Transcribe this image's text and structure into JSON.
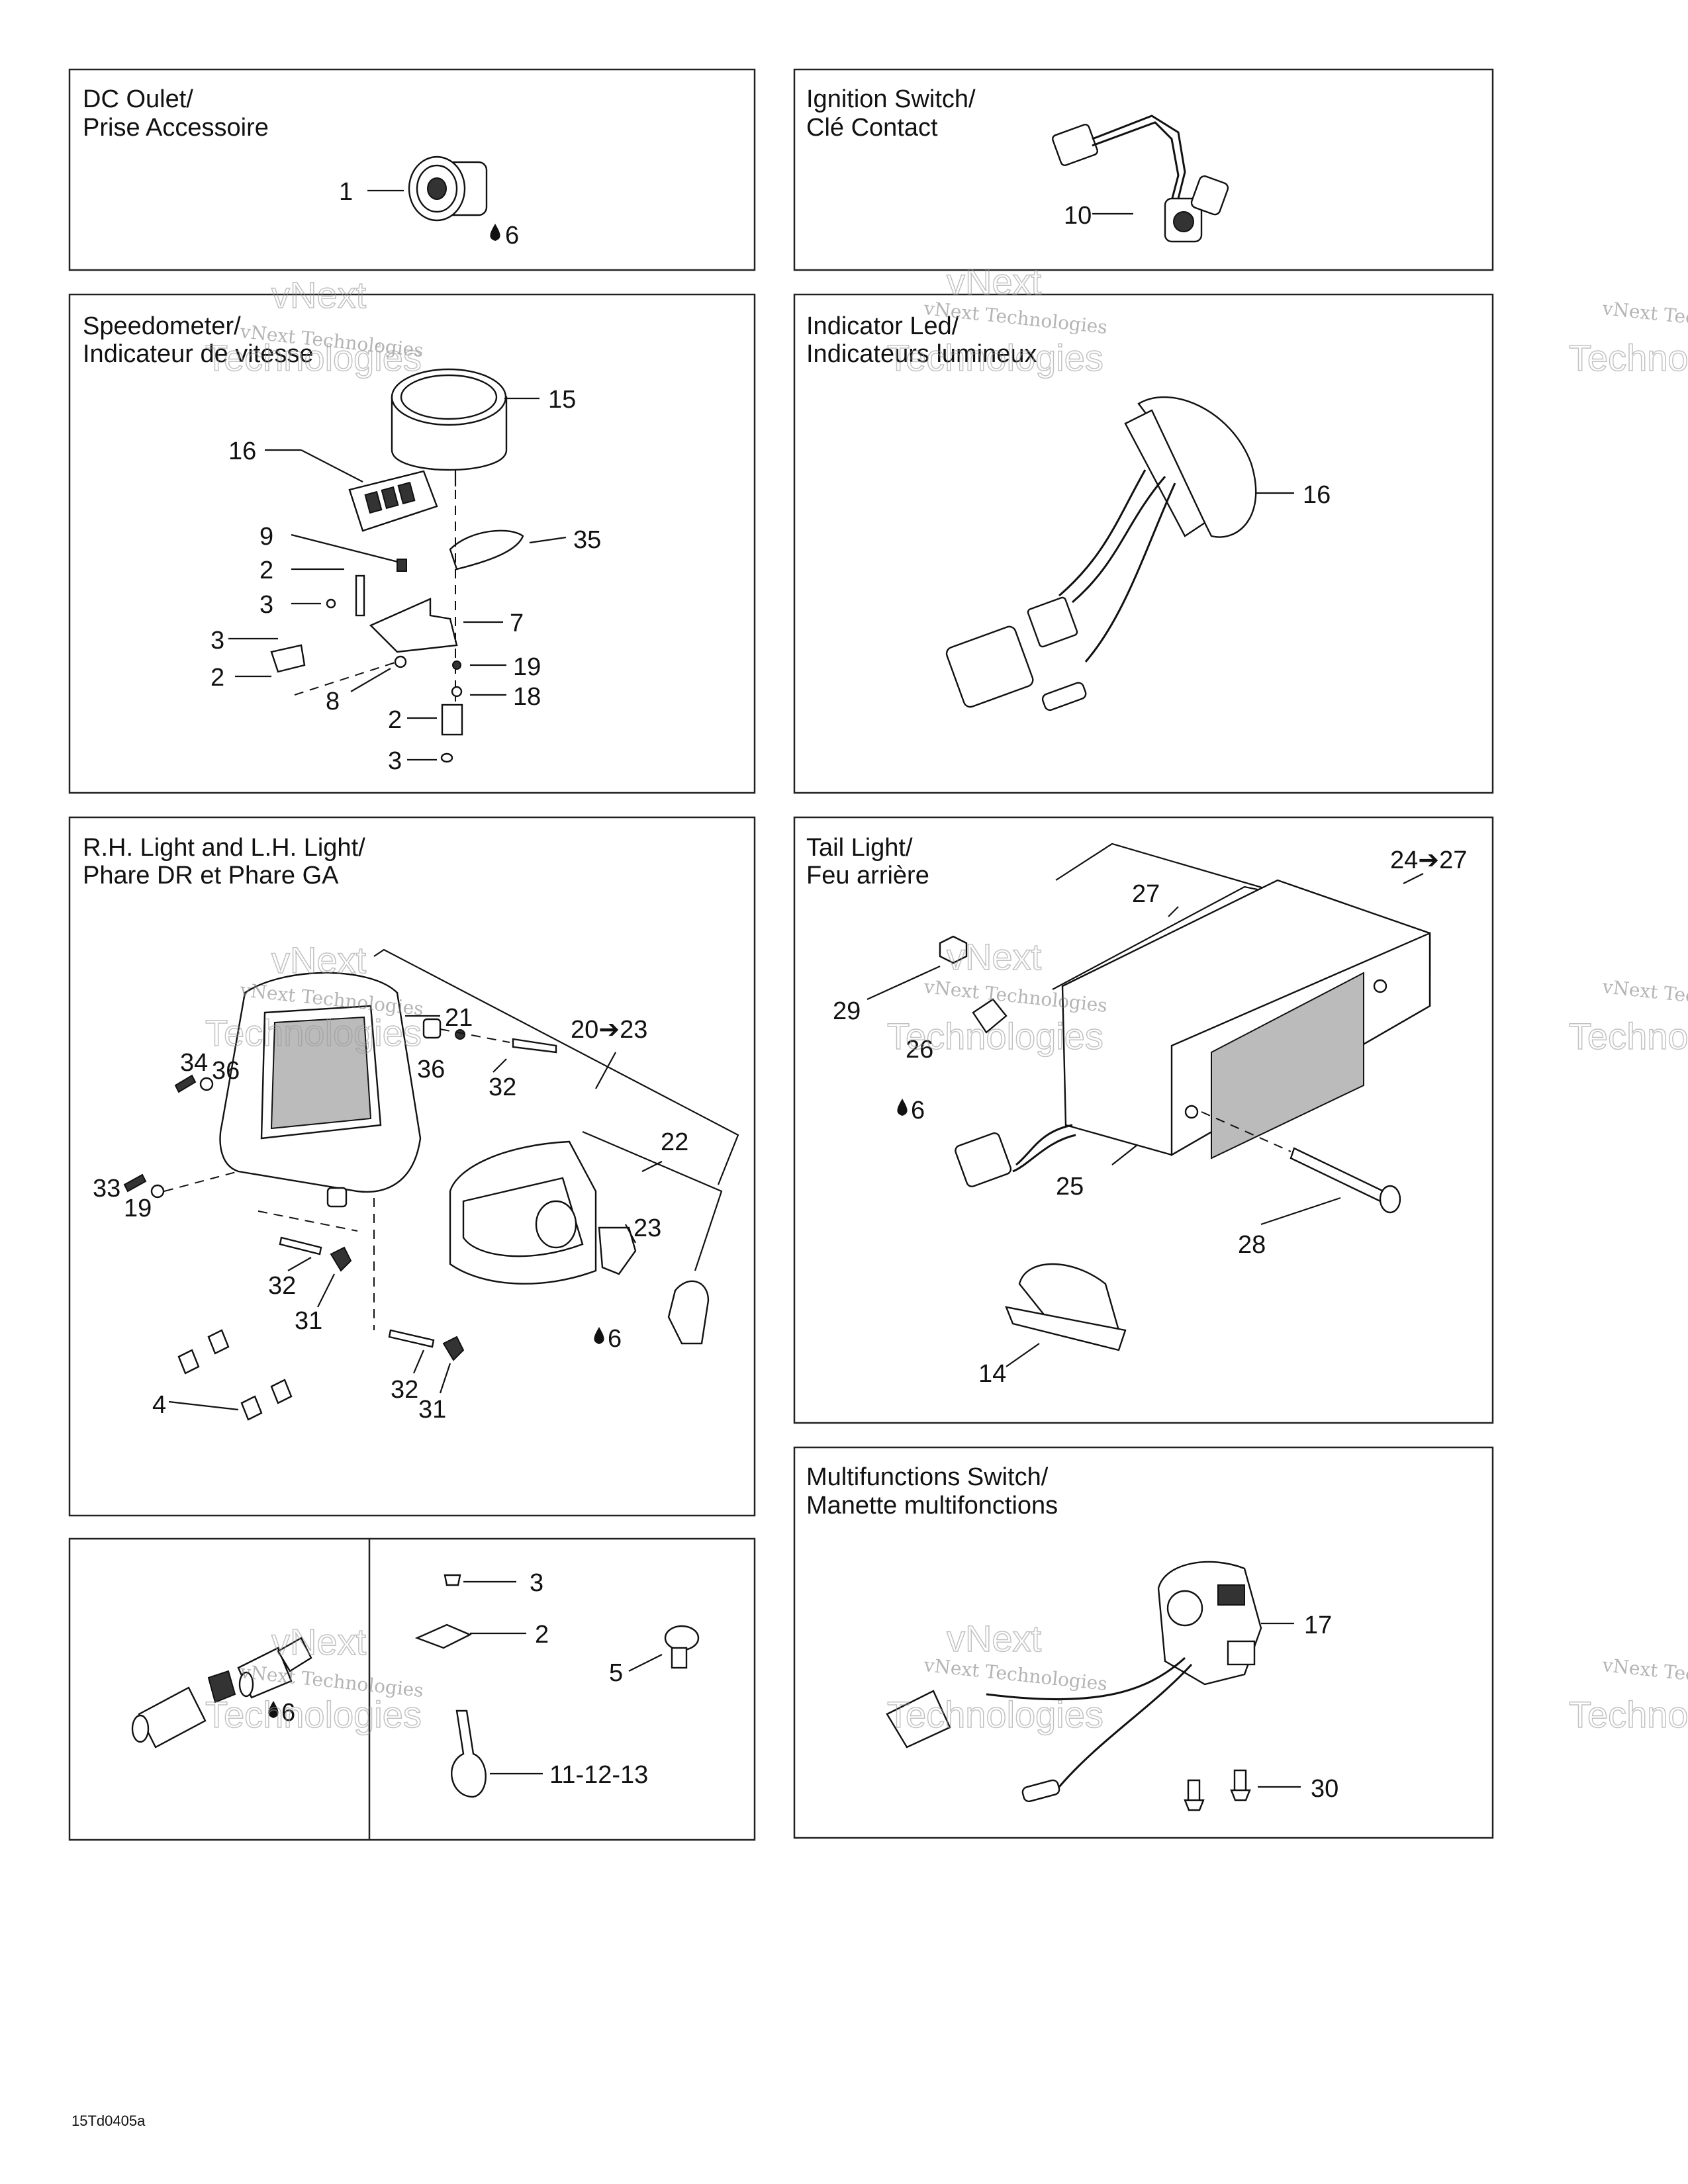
{
  "panels": {
    "dc_outlet": {
      "title1": "DC Oulet/",
      "title2": "Prise Accessoire",
      "c1": "1",
      "c6": "6"
    },
    "ignition": {
      "title1": "Ignition Switch/",
      "title2": "Clé Contact",
      "c10": "10"
    },
    "speedometer": {
      "title1": "Speedometer/",
      "title2": "Indicateur de vitesse",
      "c15": "15",
      "c16": "16",
      "c9": "9",
      "c35": "35",
      "c2a": "2",
      "c3a": "3",
      "c7": "7",
      "c3b": "3",
      "c2b": "2",
      "c19": "19",
      "c8": "8",
      "c18": "18",
      "c2c": "2",
      "c3c": "3"
    },
    "indicator": {
      "title1": "Indicator Led/",
      "title2": "Indicateurs lumineux",
      "c16": "16"
    },
    "headlight": {
      "title1": "R.H. Light and L.H. Light/",
      "title2": "Phare DR et Phare GA",
      "c21": "21",
      "c20_23": "20➔23",
      "c34": "34",
      "c36a": "36",
      "c36b": "36",
      "c32a": "32",
      "c22": "22",
      "c33": "33",
      "c19": "19",
      "c23": "23",
      "c32b": "32",
      "c31a": "31",
      "c6": "6",
      "c32c": "32",
      "c31b": "31",
      "c4": "4"
    },
    "taillight": {
      "title1": "Tail Light/",
      "title2": "Feu arrière",
      "c24_27": "24➔27",
      "c27": "27",
      "c29": "29",
      "c26": "26",
      "c6": "6",
      "c25": "25",
      "c28": "28",
      "c14": "14"
    },
    "misc": {
      "c3": "3",
      "c2": "2",
      "c5": "5",
      "c6": "6",
      "c11_13": "11-12-13"
    },
    "multifunction": {
      "title1": "Multifunctions Switch/",
      "title2": "Manette multifonctions",
      "c17": "17",
      "c30": "30"
    }
  },
  "watermark": {
    "line1": "vNext Technologies",
    "line2": "vNext",
    "line3": "Technologies"
  },
  "footer": {
    "code": "15Td0405a"
  }
}
